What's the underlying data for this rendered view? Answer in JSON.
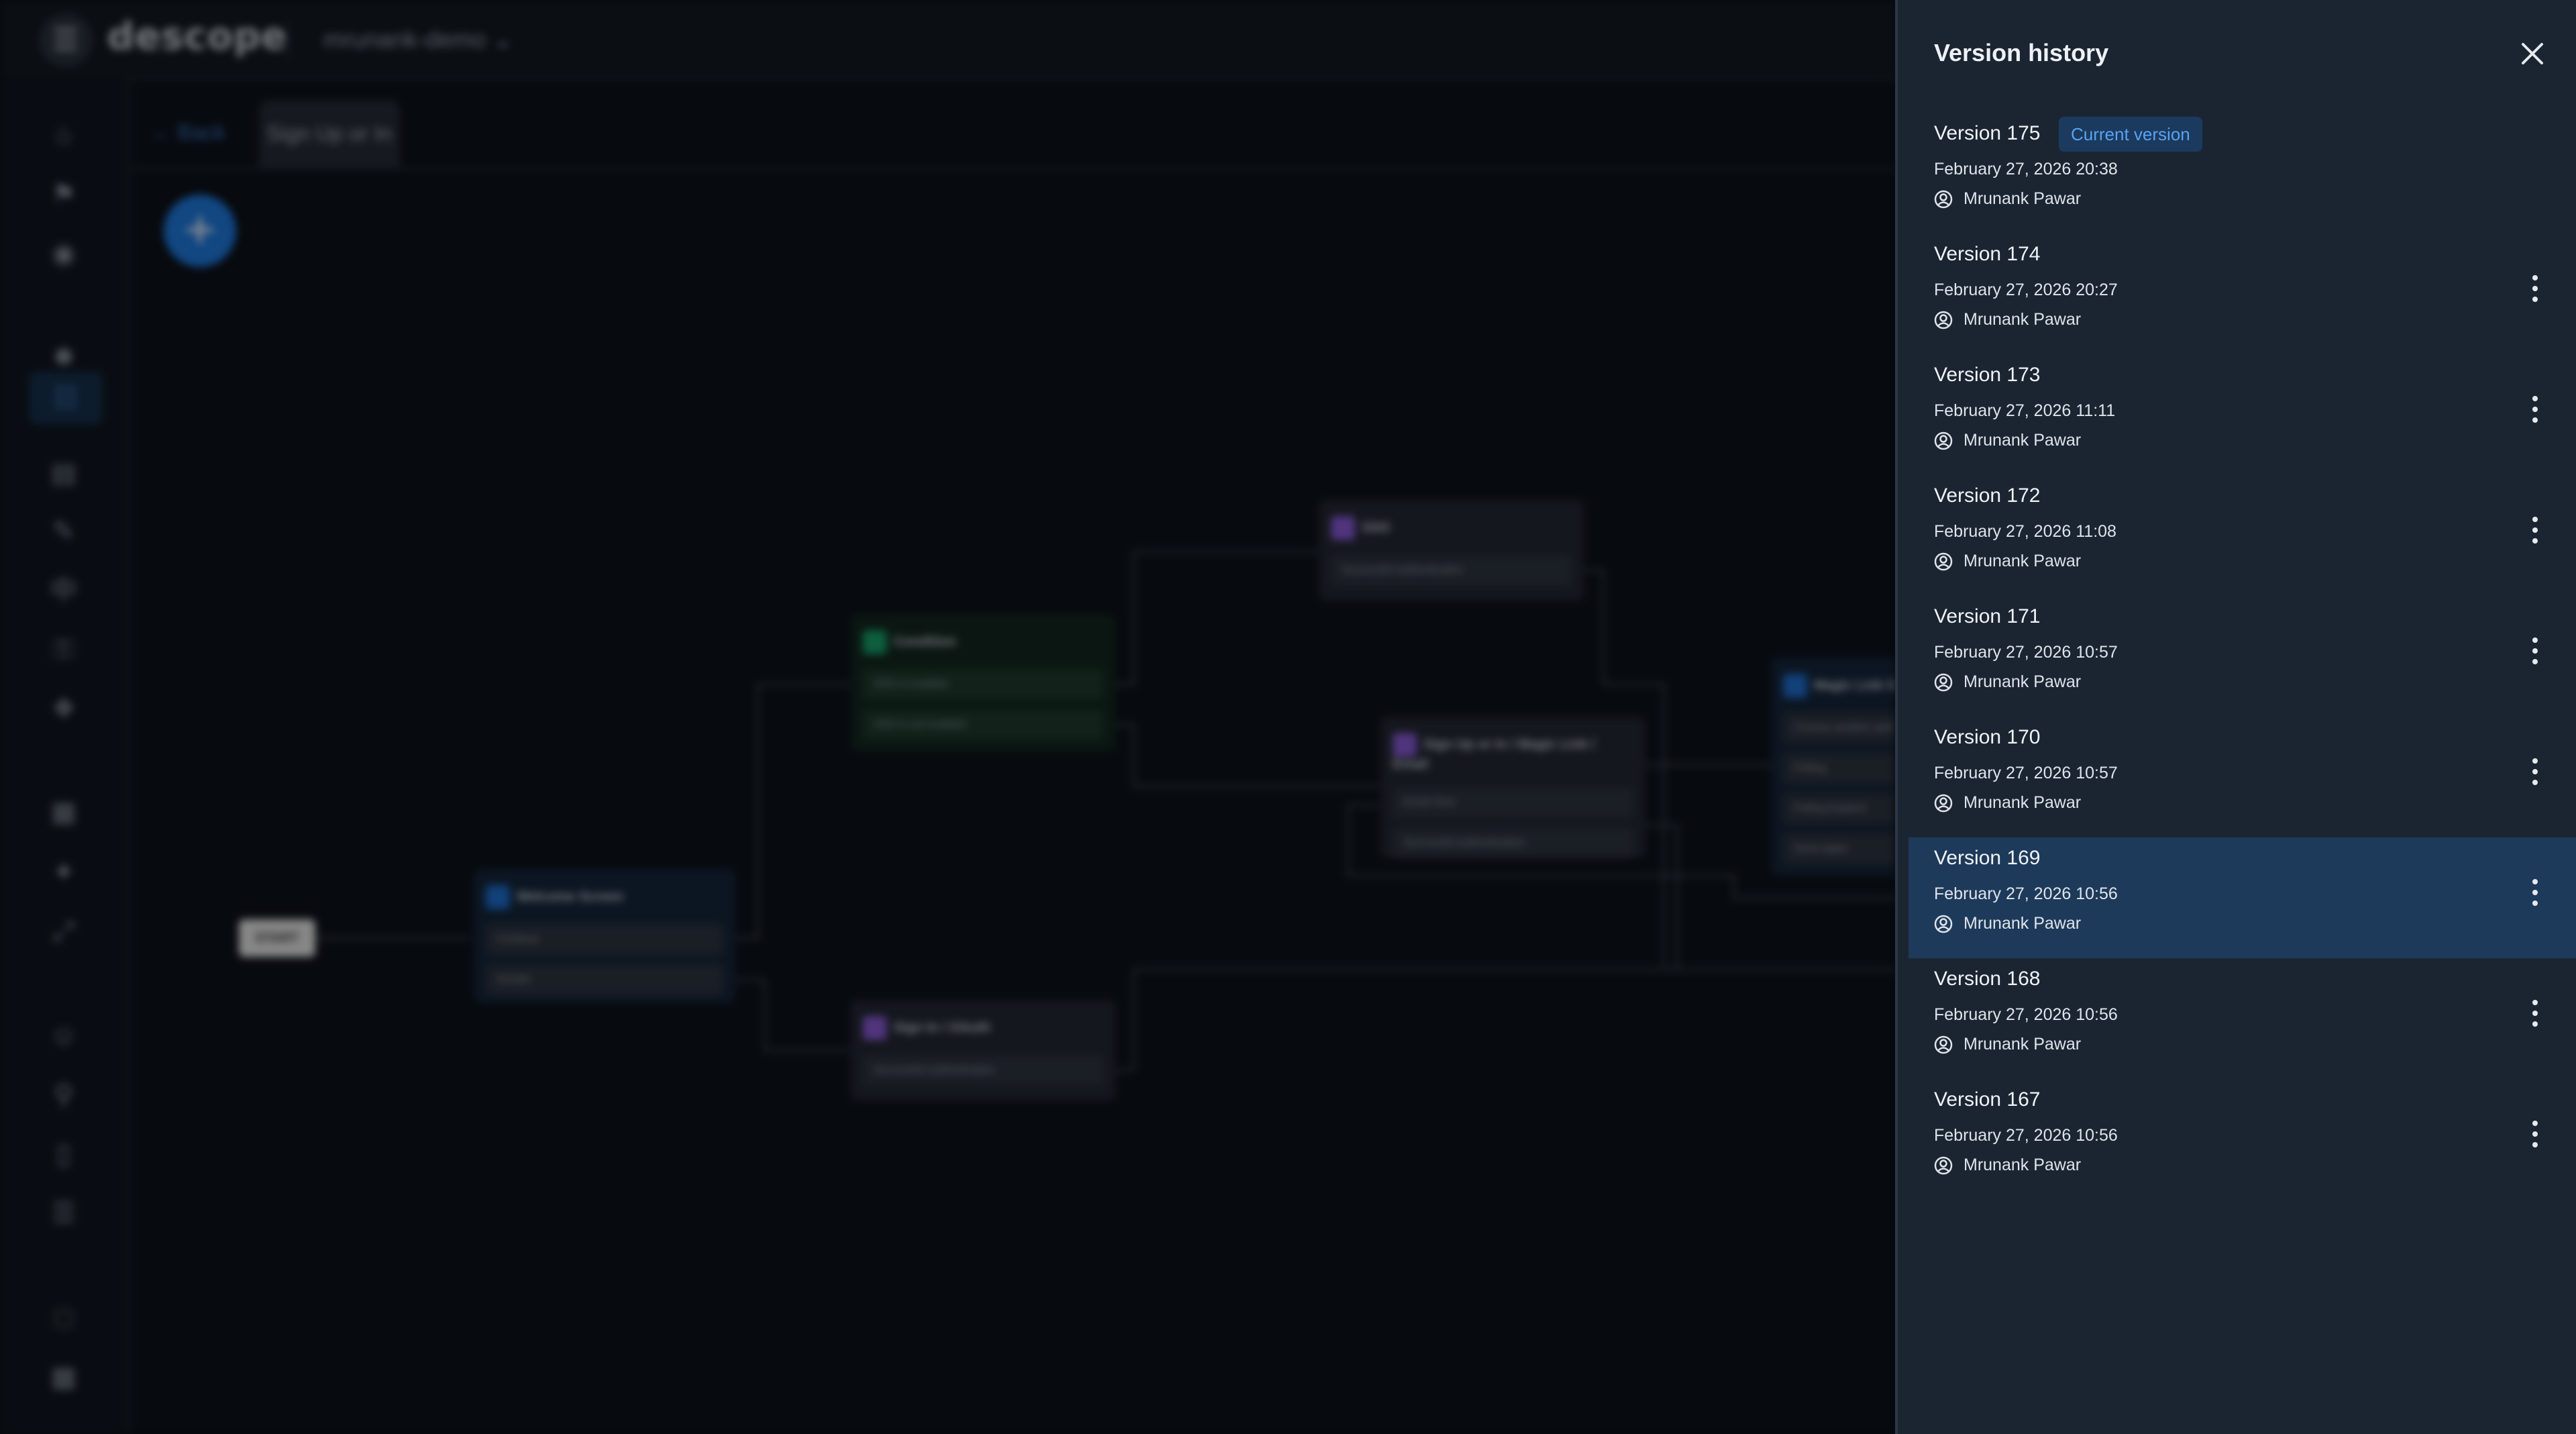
{
  "topbar": {
    "menu_icon": "hamburger-icon",
    "logo_text": "descope",
    "project_name": "mrunank-demo",
    "project_chevron": "chevron-down-icon"
  },
  "sidebar": {
    "icons": [
      "home-icon",
      "flag-icon",
      "broadcast-icon",
      "user-icon",
      "flows-icon",
      "table-icon",
      "brush-icon",
      "translate-icon",
      "lock-icon",
      "puzzle-icon",
      "apps-icon",
      "connector-icon",
      "expand-icon",
      "users-icon",
      "key-icon",
      "id-card-icon",
      "list-icon",
      "folder-icon",
      "building-icon"
    ],
    "active_index": 4
  },
  "editor": {
    "back_label": "Back",
    "tab_label": "Sign Up or In",
    "add_icon": "plus-icon",
    "accent": "#1f7ae0"
  },
  "flow": {
    "start_label": "START",
    "nodes": {
      "welcome": {
        "title": "Welcome Screen",
        "rows": [
          "Continue",
          "Socials"
        ]
      },
      "condition": {
        "title": "Condition",
        "rows": [
          "SSO is enabled",
          "SSO is not enabled"
        ]
      },
      "sso": {
        "title": "SSO",
        "rows": [
          "Successful authentication"
        ]
      },
      "magic_email": {
        "title": "Sign Up or In / Magic Link / Email",
        "rows": [
          "Email Sent",
          "Successful authentication"
        ]
      },
      "magic_screen": {
        "title": "Magic Link Sc",
        "rows": [
          "Choose another auth",
          "Polling",
          "Polling Expired",
          "Send again"
        ]
      },
      "oauth": {
        "title": "Sign In / OAuth",
        "rows": [
          "Successful authentication"
        ]
      }
    }
  },
  "panel": {
    "title": "Version history",
    "close_icon": "close-icon",
    "current_badge": "Current version",
    "versions": [
      {
        "name": "Version 175",
        "date": "February 27, 2026 20:38",
        "author": "Mrunank Pawar",
        "current": true
      },
      {
        "name": "Version 174",
        "date": "February 27, 2026 20:27",
        "author": "Mrunank Pawar"
      },
      {
        "name": "Version 173",
        "date": "February 27, 2026 11:11",
        "author": "Mrunank Pawar"
      },
      {
        "name": "Version 172",
        "date": "February 27, 2026 11:08",
        "author": "Mrunank Pawar"
      },
      {
        "name": "Version 171",
        "date": "February 27, 2026 10:57",
        "author": "Mrunank Pawar"
      },
      {
        "name": "Version 170",
        "date": "February 27, 2026 10:57",
        "author": "Mrunank Pawar"
      },
      {
        "name": "Version 169",
        "date": "February 27, 2026 10:56",
        "author": "Mrunank Pawar",
        "selected": true
      },
      {
        "name": "Version 168",
        "date": "February 27, 2026 10:56",
        "author": "Mrunank Pawar"
      },
      {
        "name": "Version 167",
        "date": "February 27, 2026 10:56",
        "author": "Mrunank Pawar"
      }
    ]
  }
}
